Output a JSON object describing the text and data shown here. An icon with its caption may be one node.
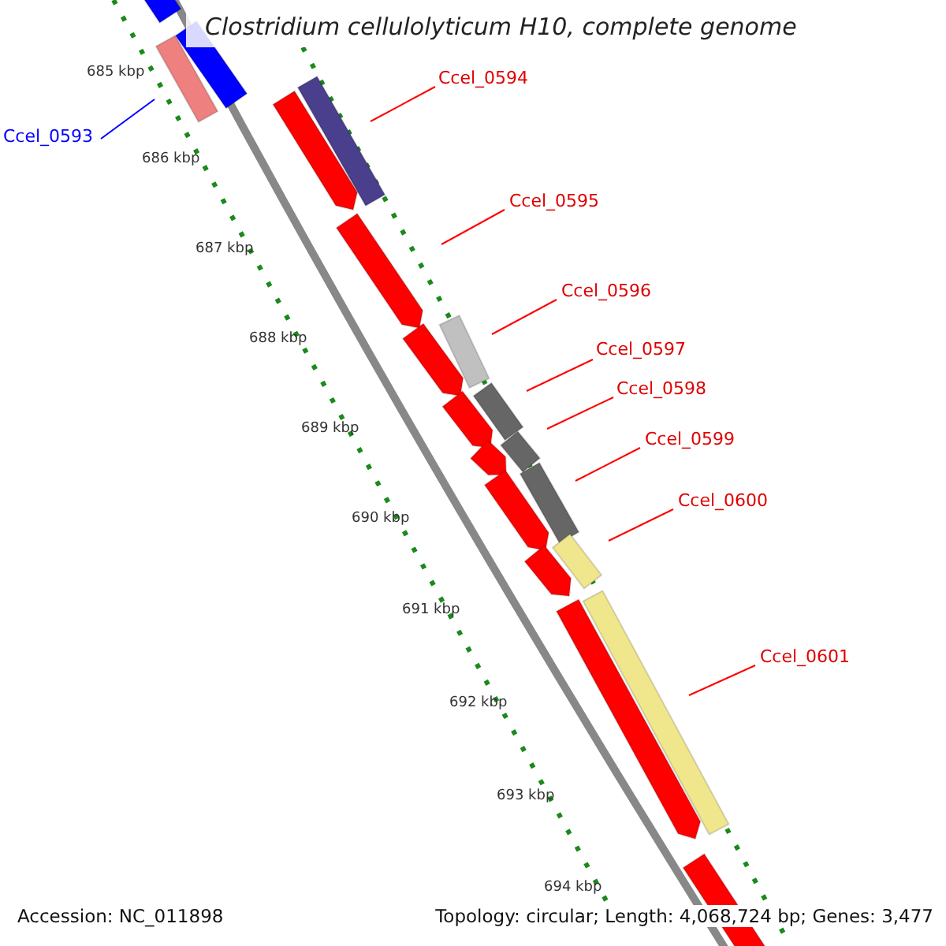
{
  "diagram": {
    "title": "Clostridium cellulolyticum H10, complete genome",
    "nodes": [
      {
        "text": [
          "Ccel_0593"
        ]
      },
      {
        "text": [
          "Ccel_0594"
        ]
      },
      {
        "text": [
          "Ccel_0595"
        ]
      },
      {
        "text": [
          "Ccel_0596"
        ]
      },
      {
        "text": [
          "Ccel_0597"
        ]
      },
      {
        "text": [
          "Ccel_0598"
        ]
      },
      {
        "text": [
          "Ccel_0599"
        ]
      },
      {
        "text": [
          "Ccel_0600"
        ]
      },
      {
        "text": [
          "Ccel_0601"
        ]
      }
    ],
    "edges": [
      {
        "from": 0,
        "to": null,
        "arrow": "none",
        "color": "#0000ff"
      },
      {
        "from": 1,
        "to": null,
        "arrow": "none"
      },
      {
        "from": 2,
        "to": null,
        "arrow": "none"
      },
      {
        "from": 3,
        "to": null,
        "arrow": "none"
      },
      {
        "from": 4,
        "to": null,
        "arrow": "none"
      },
      {
        "from": 5,
        "to": null,
        "arrow": "none"
      },
      {
        "from": 6,
        "to": null,
        "arrow": "none"
      },
      {
        "from": 7,
        "to": null,
        "arrow": "none"
      },
      {
        "from": 8,
        "to": null,
        "arrow": "none"
      }
    ],
    "labels": [
      "685 kbp",
      "686 kbp",
      "687 kbp",
      "688 kbp",
      "689 kbp",
      "690 kbp",
      "691 kbp",
      "692 kbp",
      "693 kbp",
      "694 kbp",
      "Accession: NC_011898",
      "Topology: circular; Length: 4,068,724 bp; Genes: 3,477"
    ]
  }
}
